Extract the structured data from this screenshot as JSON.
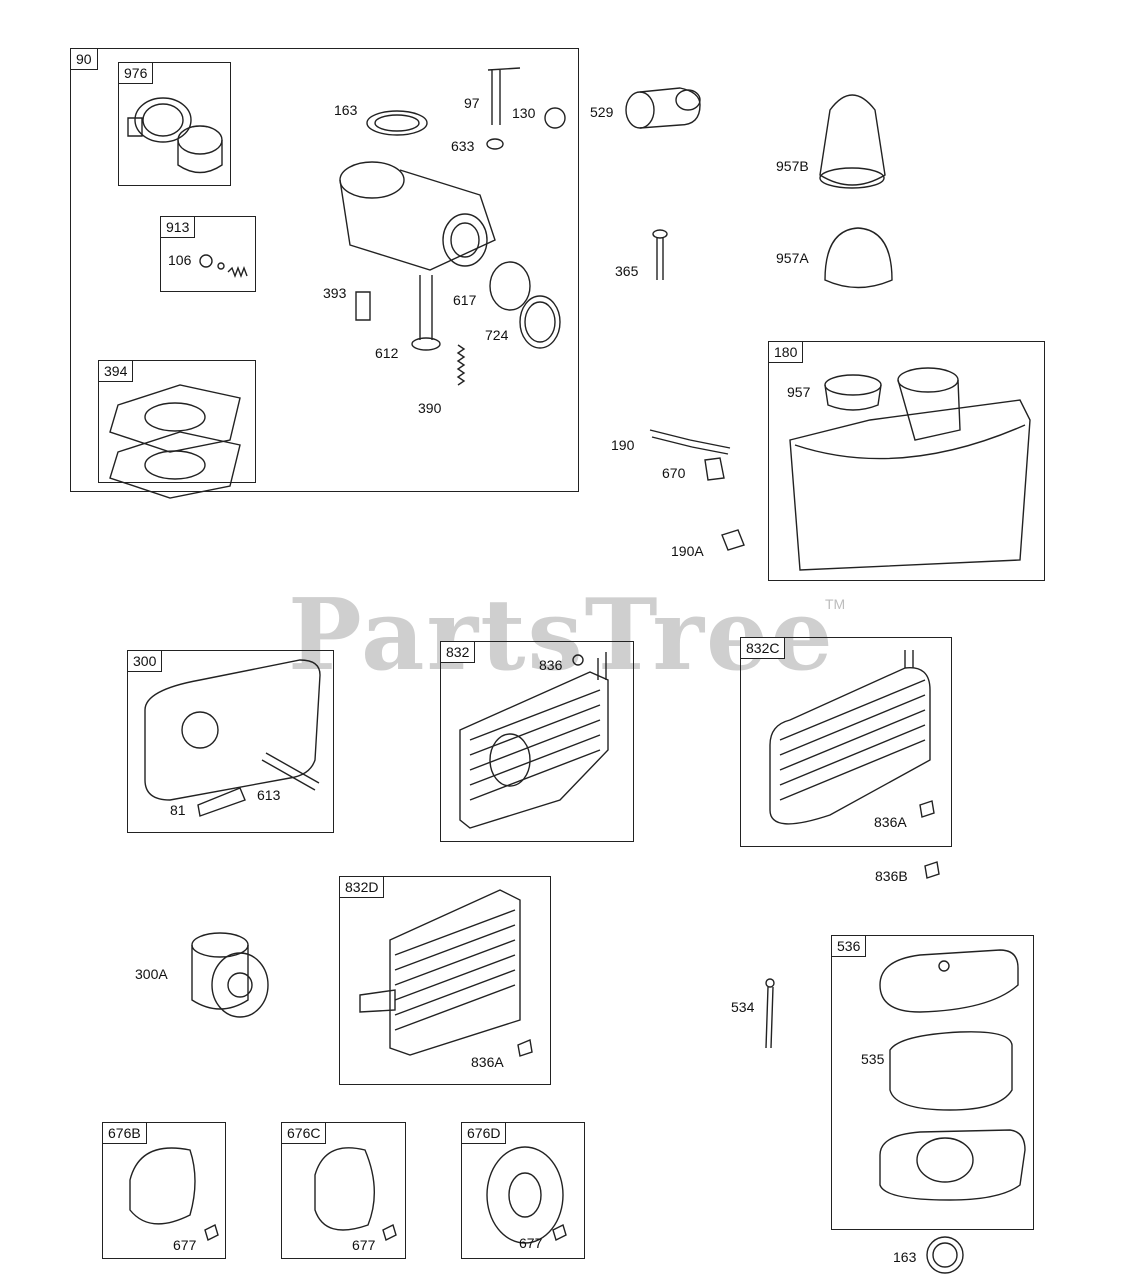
{
  "watermark": {
    "text": "PartsTree",
    "trademark": "TM"
  },
  "boxes": {
    "b90": "90",
    "b976": "976",
    "b913": "913",
    "b394": "394",
    "b180": "180",
    "b300": "300",
    "b832": "832",
    "b832c": "832C",
    "b832d": "832D",
    "b676b": "676B",
    "b676c": "676C",
    "b676d": "676D",
    "b536": "536"
  },
  "labels": {
    "l163a": "163",
    "l97": "97",
    "l130": "130",
    "l633": "633",
    "l106": "106",
    "l393": "393",
    "l617": "617",
    "l724": "724",
    "l612": "612",
    "l390": "390",
    "l529": "529",
    "l957b": "957B",
    "l365": "365",
    "l957a": "957A",
    "l957": "957",
    "l190": "190",
    "l670": "670",
    "l190a": "190A",
    "l836": "836",
    "l81": "81",
    "l613": "613",
    "l836a1": "836A",
    "l836b": "836B",
    "l300a": "300A",
    "l836a2": "836A",
    "l534": "534",
    "l535": "535",
    "l677a": "677",
    "l677b": "677",
    "l677c": "677",
    "l163b": "163"
  },
  "colors": {
    "line": "#222222",
    "watermark": "#cfcfcf"
  }
}
